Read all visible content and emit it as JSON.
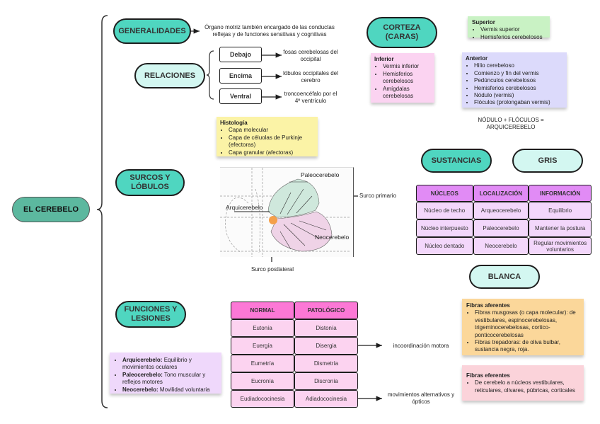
{
  "root": {
    "label": "EL CEREBELO"
  },
  "generalidades": {
    "label": "GENERALIDADES",
    "description": "Órgano motriz también encargado de las conductas reflejas y de funciones sensitivas y cognitivas"
  },
  "relaciones": {
    "label": "RELACIONES",
    "items": [
      {
        "position": "Debajo",
        "detail": "fosas cerebelosas del occipital"
      },
      {
        "position": "Encima",
        "detail": "lóbulos occipitales del cerebro"
      },
      {
        "position": "Ventral",
        "detail": "troncoencéfalo por el 4º ventrículo"
      }
    ]
  },
  "corteza": {
    "label": "CORTEZA (CARAS)",
    "superior": {
      "title": "Superior",
      "items": [
        "Vermis superior",
        "Hemisferios cerebelosos"
      ]
    },
    "inferior": {
      "title": "Inferior",
      "items": [
        "Vermis inferior",
        "Hemisferios cerebelosos",
        "Amígdalas cerebelosas"
      ]
    },
    "anterior": {
      "title": "Anterior",
      "items": [
        "Hilio cerebeloso",
        "Comienzo y fin del vermis",
        "Pedúnculos cerebelosos",
        "Hemisferios cerebelosos",
        "Nódulo (vermis)",
        "Flóculos (prolongaban vermis)"
      ]
    },
    "note": "NÓDULO + FLÓCULOS = ARQUICEREBELO"
  },
  "histologia": {
    "title": "Histología",
    "items": [
      "Capa molecular",
      "Capa de céluolas de Purkinje (efectoras)",
      "Capa granular (afectoras)"
    ]
  },
  "surcos": {
    "label": "SURCOS Y LÓBULOS",
    "diagram_labels": {
      "paleo": "Paleocerebelo",
      "arqui": "Arquicerebelo",
      "neo": "Neocerebelo"
    },
    "surco_primario": "Surco primario",
    "surco_postlateral": "Surco postlateral",
    "colors": {
      "paleo": "#cfe8dc",
      "neo": "#efd3e7",
      "arqui": "#f4a04a"
    }
  },
  "sustancias": {
    "label": "SUSTANCIAS",
    "gris": {
      "label": "GRIS",
      "headers": [
        "NÚCLEOS",
        "LOCALIZACIÓN",
        "INFORMACIÓN"
      ],
      "rows": [
        [
          "Núcleo de techo",
          "Arqueocerebelo",
          "Equilibrio"
        ],
        [
          "Núcleo interpuesto",
          "Paleocerebelo",
          "Mantener la postura"
        ],
        [
          "Núcleo dentado",
          "Neocerebelo",
          "Regular movimientos voluntarios"
        ]
      ]
    },
    "blanca": {
      "label": "BLANCA",
      "aferentes": {
        "title": "Fibras aferentes",
        "items": [
          "Fibras musgosas (o capa molecular): de vestibulares, espinocerebelosas, trigeminocerebelosas, cortico-ponticocerebelosas",
          "Fibras trepadoras: de oliva bulbar, sustancia negra, roja."
        ]
      },
      "eferentes": {
        "title": "Fibras eferentes",
        "items": [
          "De cerebelo a núcleos vestibulares, reticulares, olivares, púbricas, corticales"
        ]
      }
    }
  },
  "funciones": {
    "label": "FUNCIONES Y LESIONES",
    "summary": [
      {
        "term": "Arquicerebelo:",
        "text": " Equilibrio y movimientos oculares"
      },
      {
        "term": "Paleocerebelo:",
        "text": " Tono muscular y reflejos motores"
      },
      {
        "term": "Neocerebelo:",
        "text": " Movilidad voluntaria"
      }
    ],
    "headers": [
      "NORMAL",
      "PATOLÓGICO"
    ],
    "rows": [
      [
        "Eutonía",
        "Distonía"
      ],
      [
        "Euergía",
        "Disergia"
      ],
      [
        "Eumetría",
        "Dismetría"
      ],
      [
        "Eucronía",
        "Discronía"
      ],
      [
        "Eudiadococinesia",
        "Adiadococinesia"
      ]
    ],
    "consequences": {
      "disergia": "incoordinación motora",
      "adiadococinesia": "movimientos alternativos y ópticos"
    }
  },
  "colors": {
    "pill_dark": "#4fd6c0",
    "pill_light": "#d3f7f1",
    "root": "#5cb89f",
    "note_yellow": "#fbf3a6",
    "note_green": "#c9f2c4",
    "note_pink": "#fbd3f1",
    "note_lavender": "#dcdafb",
    "note_orange": "#fbd79a",
    "note_rose": "#fbd3da",
    "note_lilac": "#efd8fb",
    "table_header_purple": "#e18bf5",
    "table_cell_purple": "#f3d7fb",
    "table_header_pink": "#fc78d6",
    "table_cell_pink": "#fcd3f0"
  }
}
